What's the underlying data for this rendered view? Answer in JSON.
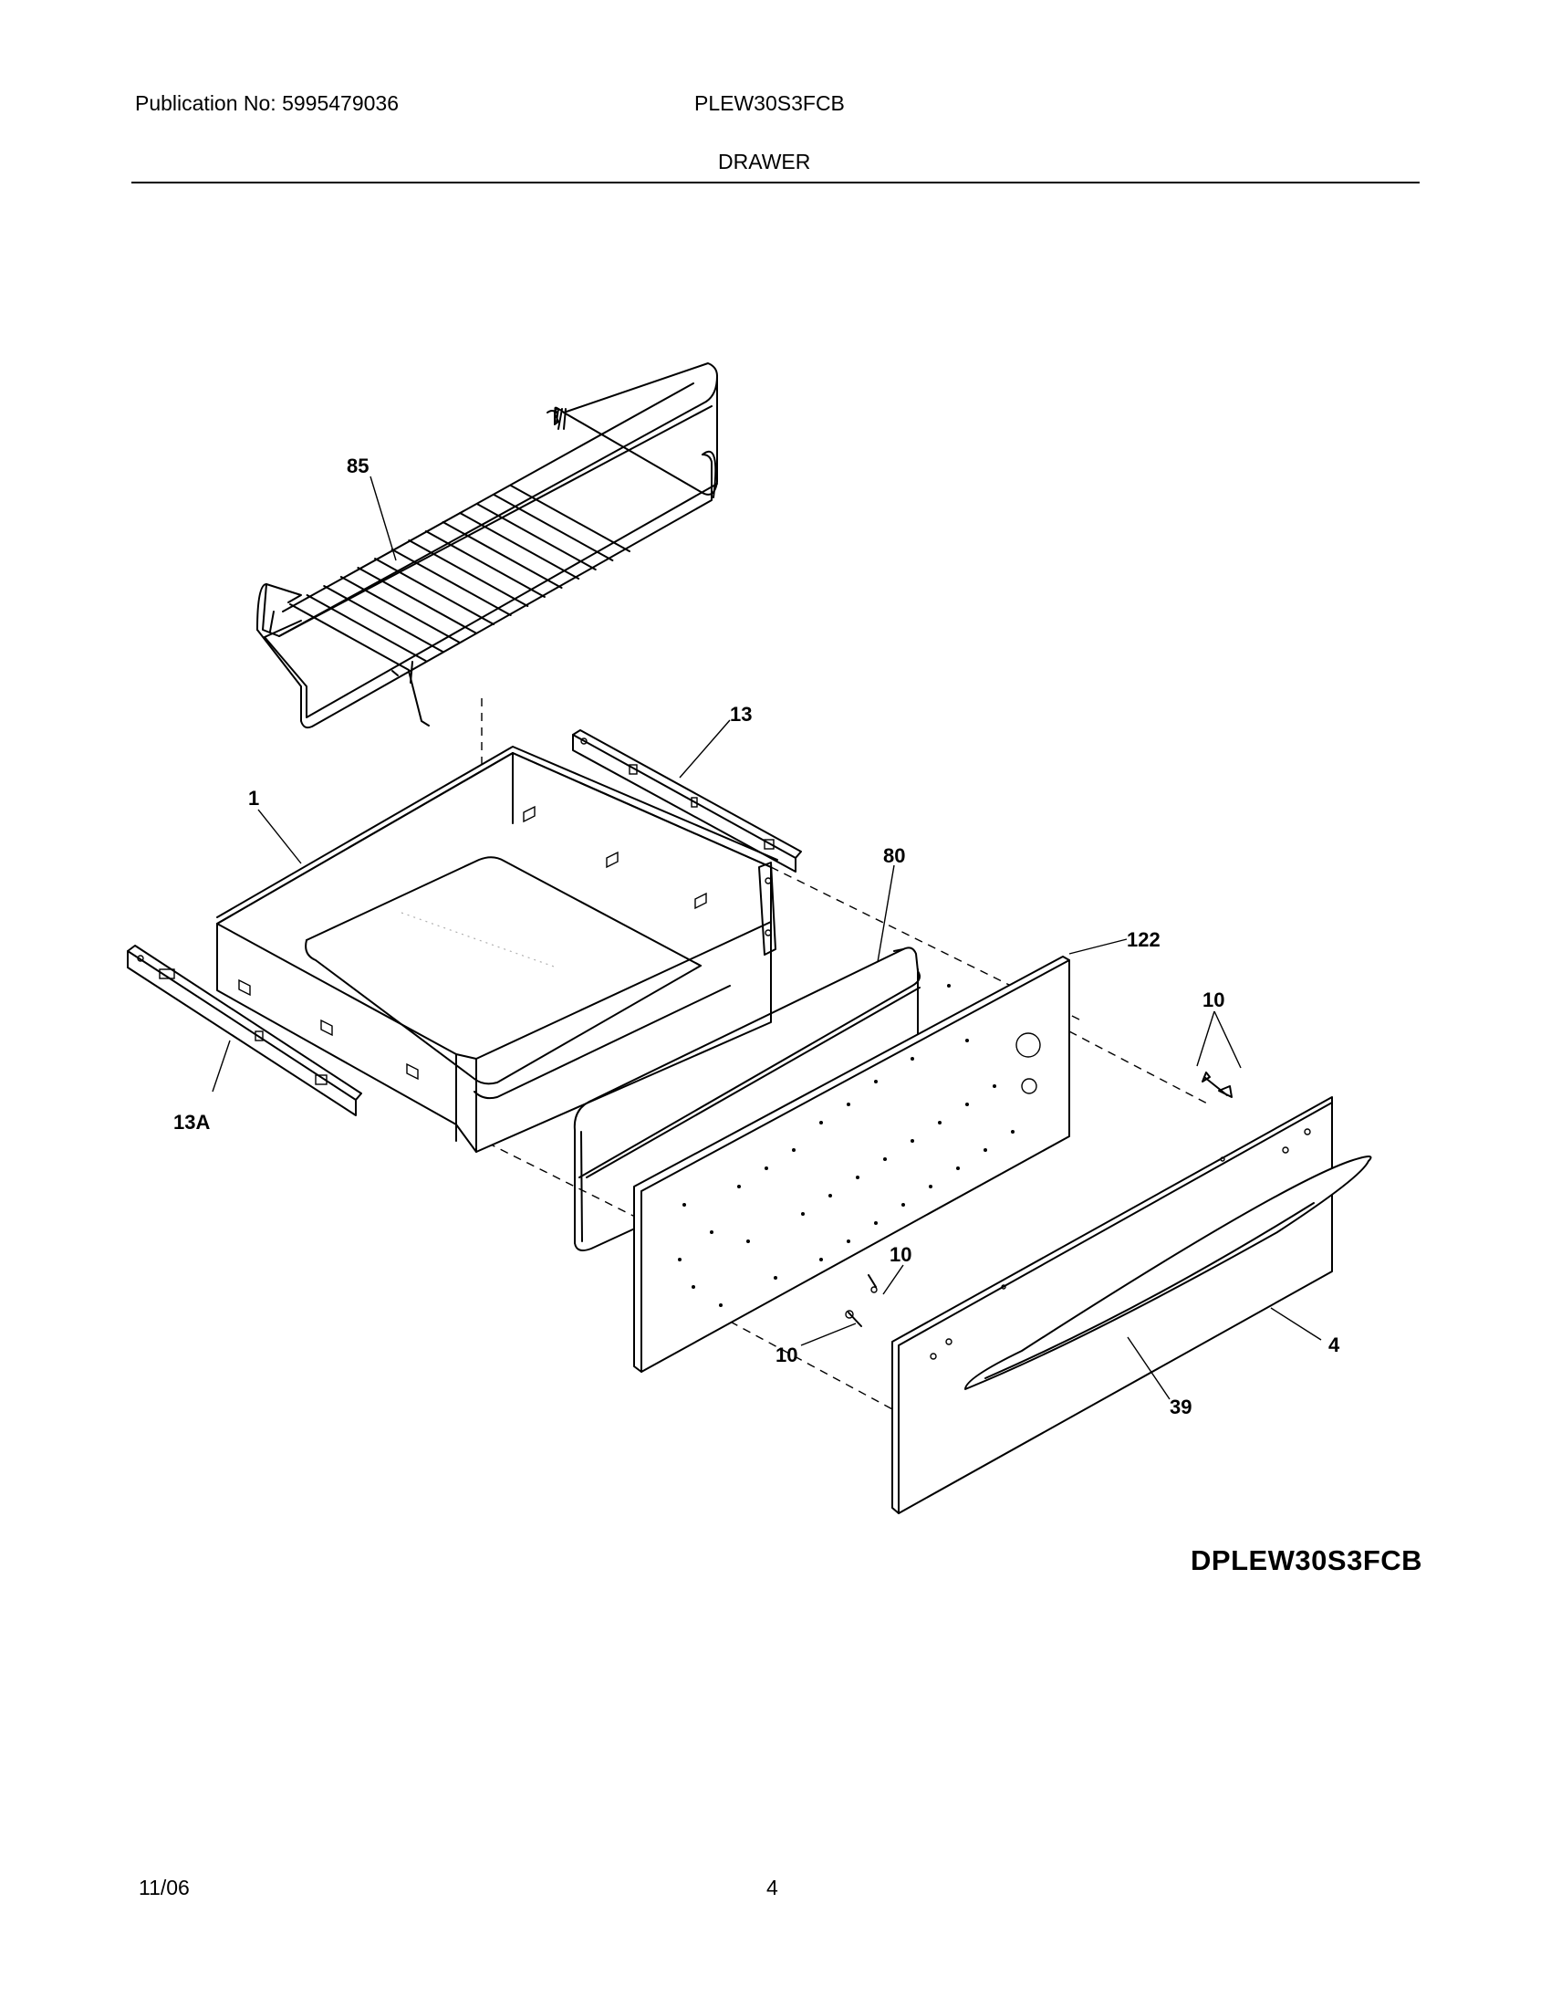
{
  "header": {
    "publication": "Publication No: 5995479036",
    "model": "PLEW30S3FCB",
    "section_title": "DRAWER"
  },
  "callouts": {
    "rack": "85",
    "rail_right": "13",
    "drawer_body": "1",
    "gasket": "80",
    "inner_panel": "122",
    "screw_upper": "10",
    "rail_left": "13A",
    "screw_mid": "10",
    "screw_lower": "10",
    "front_panel": "4",
    "handle": "39"
  },
  "diagram_ref": "DPLEW30S3FCB",
  "footer": {
    "date": "11/06",
    "page": "4"
  }
}
